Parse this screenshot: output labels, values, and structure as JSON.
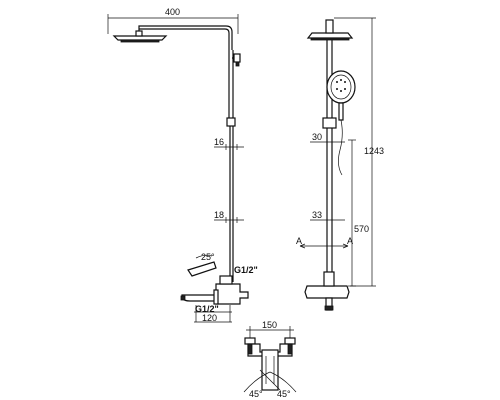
{
  "dimensions": {
    "arm_width": "400",
    "pipe_16": "16",
    "pipe_18": "18",
    "spout_angle": "25°",
    "thread_top": "G1/2\"",
    "thread_bottom": "G1/2\"",
    "spout_length": "120",
    "total_height": "1243",
    "holder_30": "30",
    "riser_33": "33",
    "height_570": "570",
    "section_left": "A",
    "section_right": "A",
    "centers_150": "150",
    "angle_left": "45°",
    "angle_right": "45°"
  }
}
